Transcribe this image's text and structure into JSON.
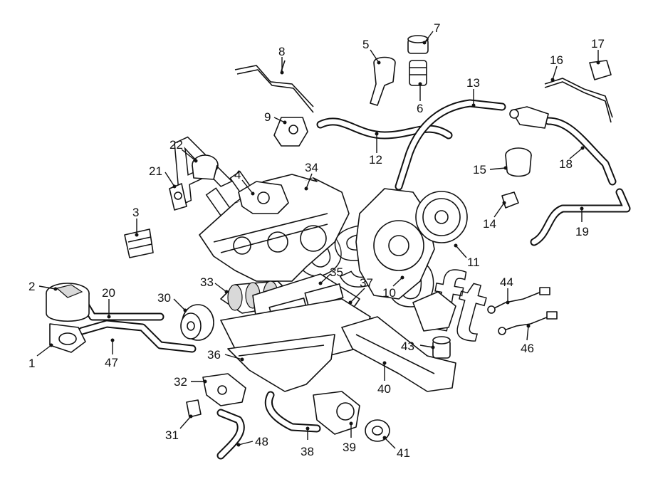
{
  "diagram": {
    "callouts": [
      "1",
      "2",
      "3",
      "4",
      "5",
      "6",
      "7",
      "8",
      "9",
      "10",
      "11",
      "12",
      "13",
      "14",
      "15",
      "16",
      "17",
      "18",
      "19",
      "20",
      "21",
      "22",
      "30",
      "31",
      "32",
      "33",
      "34",
      "35",
      "36",
      "37",
      "38",
      "39",
      "40",
      "41",
      "43",
      "44",
      "46",
      "47",
      "48"
    ],
    "watermark": "AutoSoft"
  }
}
